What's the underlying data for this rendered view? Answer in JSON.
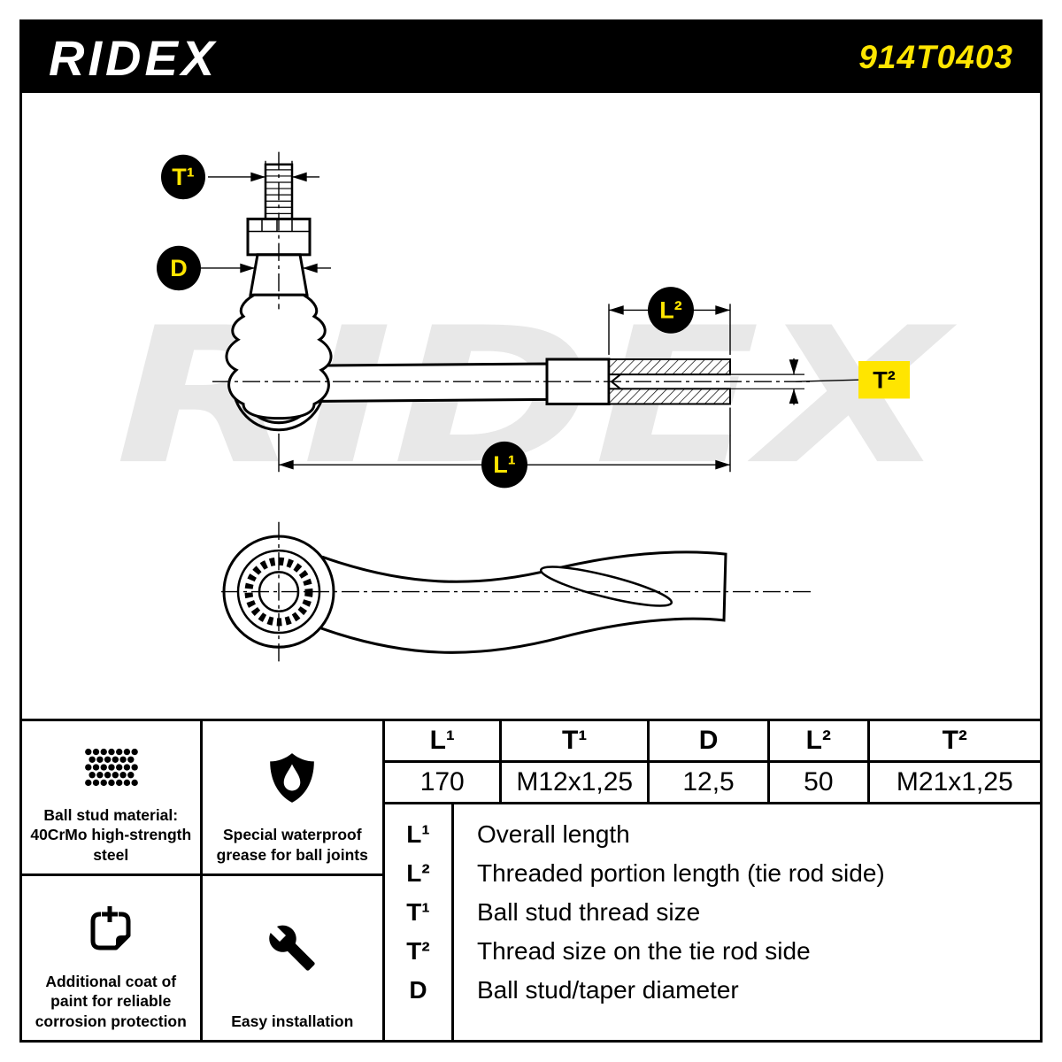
{
  "header": {
    "brand": "RIDEX",
    "part_number": "914T0403"
  },
  "diagram": {
    "watermark": "RIDEX",
    "labels": {
      "t1": "T¹",
      "d": "D",
      "l2": "L²",
      "t2": "T²",
      "l1": "L¹"
    }
  },
  "spec_table": {
    "headers": [
      "L¹",
      "T¹",
      "D",
      "L²",
      "T²"
    ],
    "values": [
      "170",
      "M12x1,25",
      "12,5",
      "50",
      "M21x1,25"
    ]
  },
  "legend": [
    {
      "symbol": "L¹",
      "description": "Overall length"
    },
    {
      "symbol": "L²",
      "description": "Threaded portion length (tie rod side)"
    },
    {
      "symbol": "T¹",
      "description": "Ball stud thread size"
    },
    {
      "symbol": "T²",
      "description": "Thread size on the tie rod side"
    },
    {
      "symbol": "D",
      "description": "Ball stud/taper diameter"
    }
  ],
  "features": [
    {
      "icon": "halftone-dots-icon",
      "text": "Ball stud material: 40CrMo high-strength steel"
    },
    {
      "icon": "shield-grease-icon",
      "text": "Special waterproof grease for ball joints"
    },
    {
      "icon": "paint-patch-icon",
      "text": "Additional coat of paint for reliable corrosion protection"
    },
    {
      "icon": "wrench-icon",
      "text": "Easy installation"
    }
  ],
  "colors": {
    "accent_yellow": "#FFE500",
    "header_bg": "#000000",
    "watermark_gray": "#E8E8E8"
  }
}
